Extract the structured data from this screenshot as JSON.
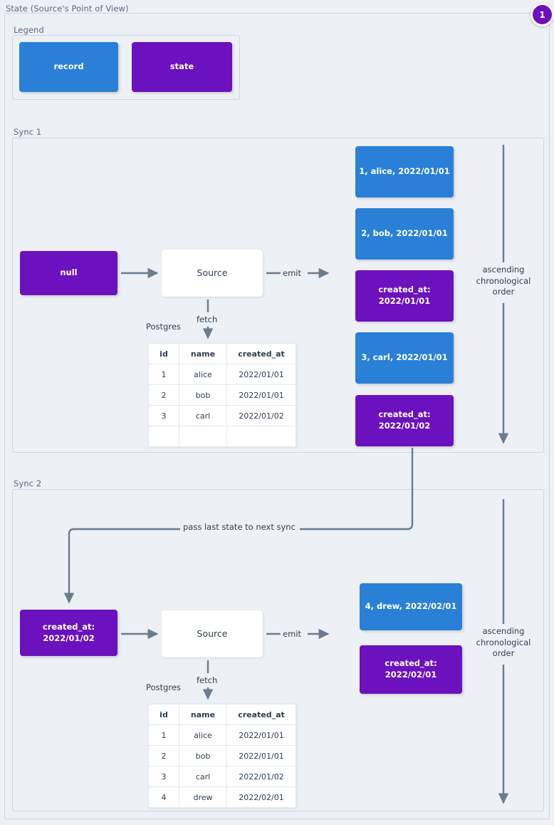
{
  "diagram": {
    "title": "State (Source's Point of View)",
    "badge": "1"
  },
  "legend": {
    "label": "Legend",
    "items": [
      {
        "name": "record",
        "color": "#2980d6"
      },
      {
        "name": "state",
        "color": "#6b11bd"
      }
    ]
  },
  "edges": {
    "emit": "emit",
    "fetch": "fetch",
    "pass_state": "pass last state to next sync",
    "order_note": "ascending\nchronological\norder"
  },
  "sync1": {
    "label": "Sync 1",
    "input_state": "null",
    "source": "Source",
    "db_label": "Postgres",
    "table": {
      "columns": [
        "id",
        "name",
        "created_at"
      ],
      "rows": [
        [
          "1",
          "alice",
          "2022/01/01"
        ],
        [
          "2",
          "bob",
          "2022/01/01"
        ],
        [
          "3",
          "carl",
          "2022/01/02"
        ],
        [
          "",
          "",
          ""
        ]
      ]
    },
    "emitted": [
      {
        "kind": "record",
        "text": "1, alice, 2022/01/01"
      },
      {
        "kind": "record",
        "text": "2, bob, 2022/01/01"
      },
      {
        "kind": "state",
        "text": "created_at:\n2022/01/01"
      },
      {
        "kind": "record",
        "text": "3, carl, 2022/01/01"
      },
      {
        "kind": "state",
        "text": "created_at:\n2022/01/02"
      }
    ]
  },
  "sync2": {
    "label": "Sync 2",
    "input_state": "created_at:\n2022/01/02",
    "source": "Source",
    "db_label": "Postgres",
    "table": {
      "columns": [
        "id",
        "name",
        "created_at"
      ],
      "rows": [
        [
          "1",
          "alice",
          "2022/01/01"
        ],
        [
          "2",
          "bob",
          "2022/01/01"
        ],
        [
          "3",
          "carl",
          "2022/01/02"
        ],
        [
          "4",
          "drew",
          "2022/02/01"
        ]
      ]
    },
    "emitted": [
      {
        "kind": "record",
        "text": "4, drew, 2022/02/01"
      },
      {
        "kind": "state",
        "text": "created_at:\n2022/02/01"
      }
    ]
  }
}
